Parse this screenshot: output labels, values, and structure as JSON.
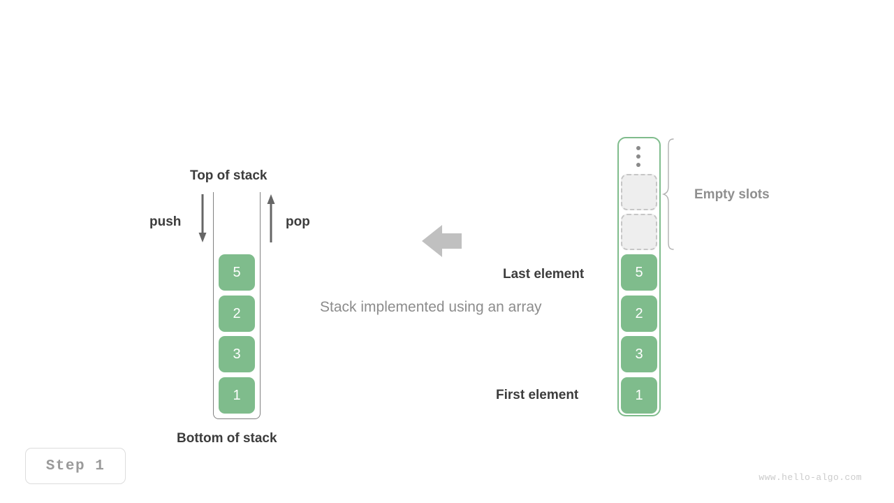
{
  "page": {
    "title": "Stack implemented using an array",
    "background_color": "#ffffff",
    "accent_color": "#7fbc8c",
    "gray_color": "#8c8c8c"
  },
  "stack": {
    "top_label": "Top of stack",
    "bottom_label": "Bottom of stack",
    "push_label": "push",
    "pop_label": "pop",
    "push_icon": "arrow-down-icon",
    "pop_icon": "arrow-up-icon",
    "cells": [
      {
        "value": "5"
      },
      {
        "value": "2"
      },
      {
        "value": "3"
      },
      {
        "value": "1"
      }
    ]
  },
  "center": {
    "caption": "Stack implemented using an array",
    "arrow_icon": "arrow-left-block-icon"
  },
  "array": {
    "empty_slots_label": "Empty slots",
    "last_element_label": "Last element",
    "first_element_label": "First element",
    "ellipsis_icon": "vertical-ellipsis-icon",
    "brace_icon": "curly-brace-icon",
    "slots": [
      {
        "value": "",
        "state": "empty"
      },
      {
        "value": "",
        "state": "empty"
      },
      {
        "value": "5",
        "state": "filled"
      },
      {
        "value": "2",
        "state": "filled"
      },
      {
        "value": "3",
        "state": "filled"
      },
      {
        "value": "1",
        "state": "filled"
      }
    ]
  },
  "footer": {
    "step_label": "Step 1",
    "watermark": "www.hello-algo.com"
  }
}
